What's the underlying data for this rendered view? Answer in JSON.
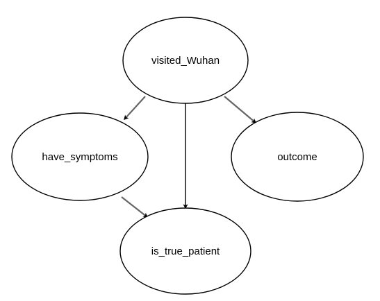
{
  "nodes": {
    "visited_wuhan": {
      "label": "visited_Wuhan"
    },
    "have_symptoms": {
      "label": "have_symptoms"
    },
    "outcome": {
      "label": "outcome"
    },
    "is_true_patient": {
      "label": "is_true_patient"
    }
  },
  "edges": [
    {
      "from": "visited_Wuhan",
      "to": "have_symptoms",
      "color": "#666666"
    },
    {
      "from": "visited_Wuhan",
      "to": "is_true_patient",
      "color": "#000000"
    },
    {
      "from": "visited_Wuhan",
      "to": "outcome",
      "color": "#666666"
    },
    {
      "from": "have_symptoms",
      "to": "is_true_patient",
      "color": "#666666"
    }
  ]
}
